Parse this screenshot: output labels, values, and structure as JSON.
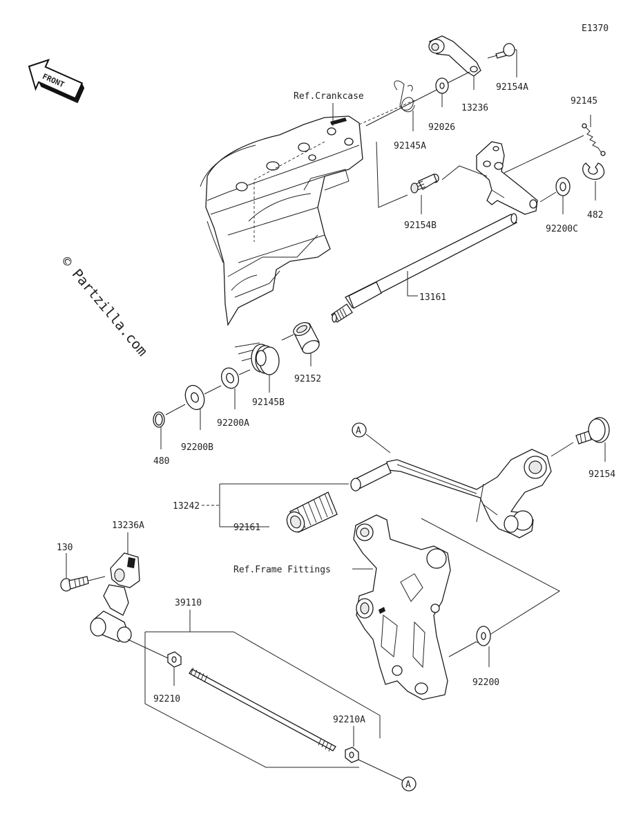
{
  "diagram": {
    "code": "E1370",
    "front_label": "FRONT",
    "watermark": "© Partzilla.com",
    "refs": {
      "crankcase": "Ref.Crankcase",
      "frame": "Ref.Frame Fittings"
    },
    "callout_marker": "A",
    "parts": {
      "p92154A": "92154A",
      "p13236": "13236",
      "p92026": "92026",
      "p92145A": "92145A",
      "p92145": "92145",
      "p482": "482",
      "p92200C": "92200C",
      "p92154B": "92154B",
      "p13161": "13161",
      "p92152": "92152",
      "p92145B": "92145B",
      "p92200A": "92200A",
      "p92200B": "92200B",
      "p480": "480",
      "p92154": "92154",
      "p13242": "13242",
      "p92161": "92161",
      "p13236A": "13236A",
      "p130": "130",
      "p39110": "39110",
      "p92210": "92210",
      "p92210A": "92210A",
      "p92200": "92200"
    }
  }
}
